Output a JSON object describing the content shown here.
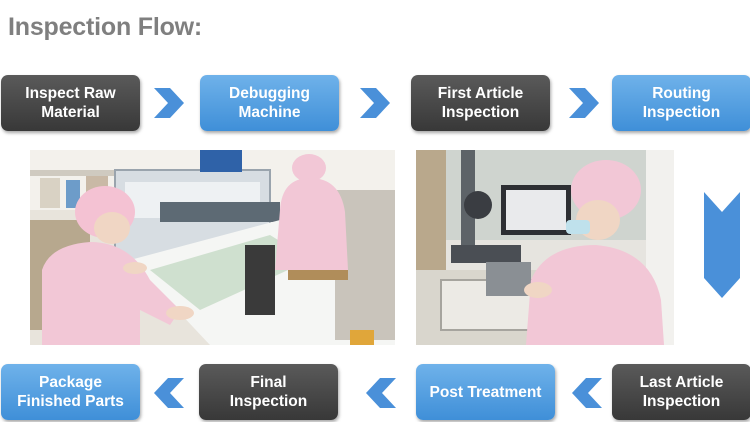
{
  "title": "Inspection Flow:",
  "steps": [
    {
      "label": "Inspect Raw\nMaterial"
    },
    {
      "label": "Debugging\nMachine"
    },
    {
      "label": "First Article\nInspection"
    },
    {
      "label": "Routing\nInspection"
    },
    {
      "label": "Last Article\nInspection"
    },
    {
      "label": "Post Treatment"
    },
    {
      "label": "Final\nInspection"
    },
    {
      "label": "Package\nFinished Parts"
    }
  ],
  "colors": {
    "dark_step": "#444444",
    "blue_step": "#4a98dd",
    "arrow": "#4a90d9",
    "title": "#7f7f7f"
  },
  "icons": [
    "chevron-right-icon",
    "chevron-down-icon",
    "chevron-left-icon"
  ]
}
